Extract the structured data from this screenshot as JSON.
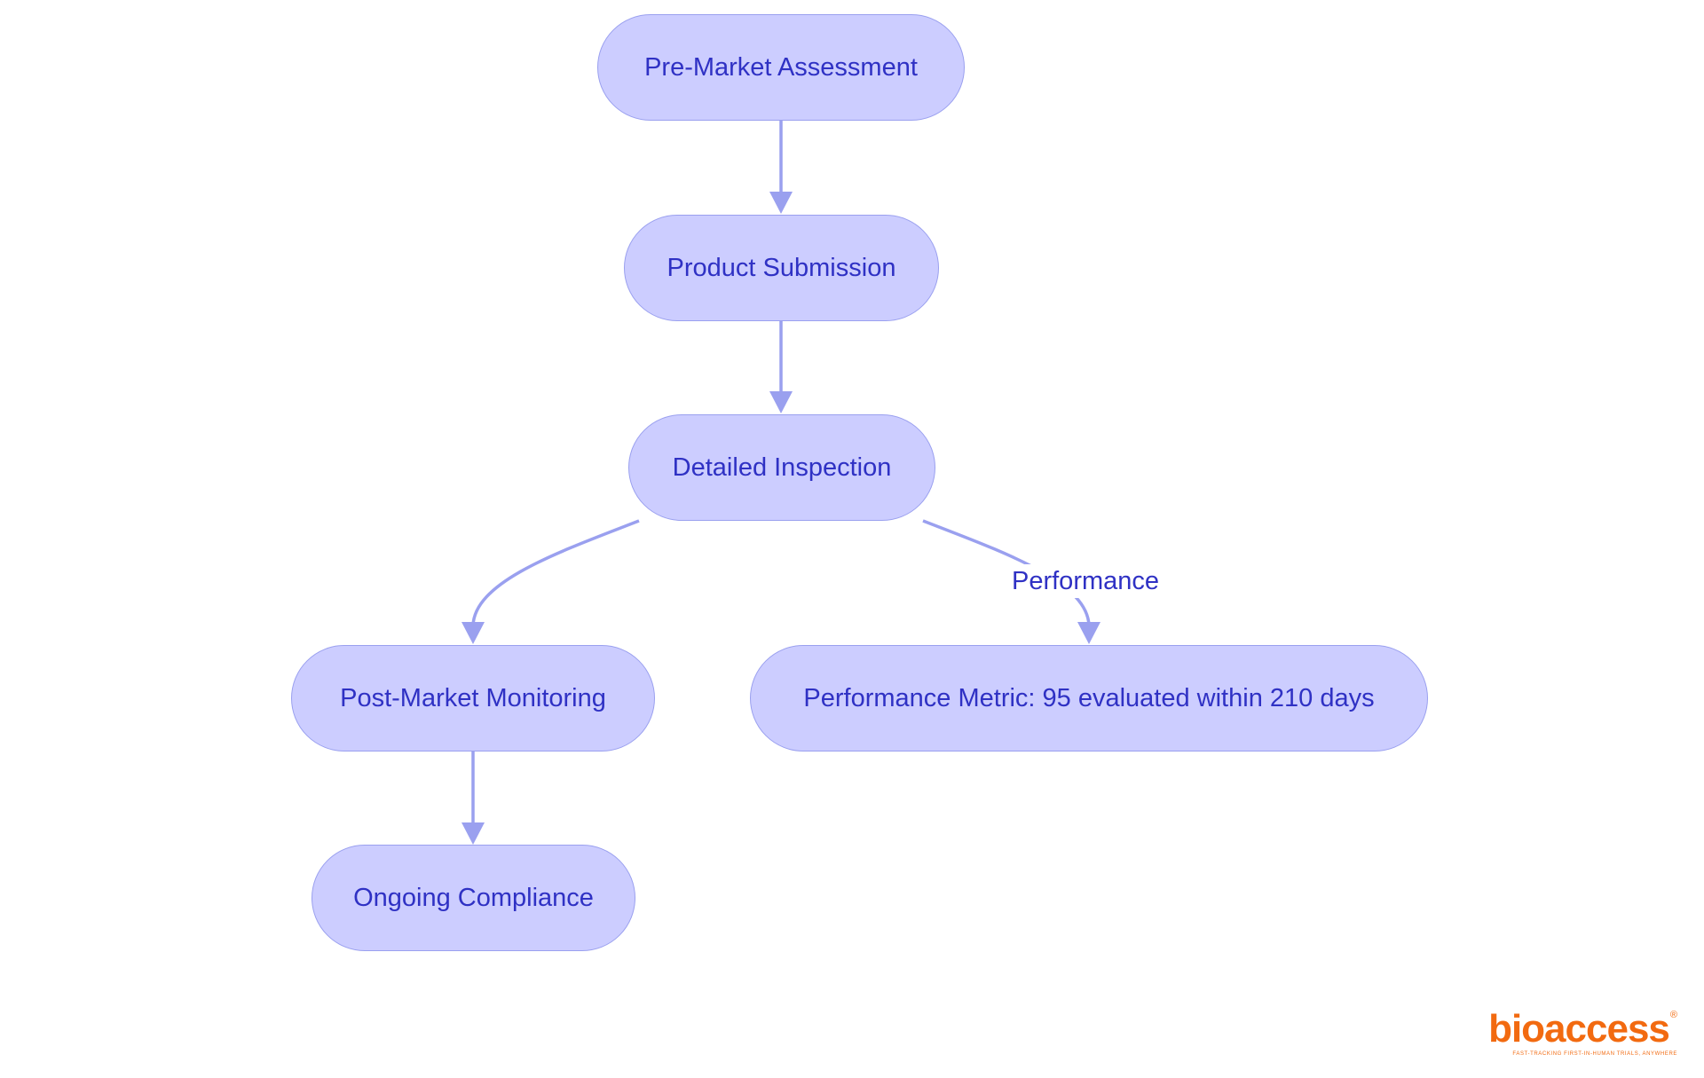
{
  "diagram": {
    "nodes": {
      "pre_market": "Pre-Market Assessment",
      "product_submission": "Product Submission",
      "detailed_inspection": "Detailed Inspection",
      "post_market": "Post-Market Monitoring",
      "performance_metric": "Performance Metric: 95 evaluated within 210 days",
      "ongoing_compliance": "Ongoing Compliance"
    },
    "edges": [
      {
        "from": "pre_market",
        "to": "product_submission",
        "label": ""
      },
      {
        "from": "product_submission",
        "to": "detailed_inspection",
        "label": ""
      },
      {
        "from": "detailed_inspection",
        "to": "post_market",
        "label": ""
      },
      {
        "from": "detailed_inspection",
        "to": "performance_metric",
        "label": "Performance"
      },
      {
        "from": "post_market",
        "to": "ongoing_compliance",
        "label": ""
      }
    ],
    "edge_labels": {
      "performance": "Performance"
    },
    "colors": {
      "node_fill": "#cccdff",
      "node_border": "#9aa0ef",
      "edge": "#9aa0ef",
      "text": "#2f31c4"
    }
  },
  "logo": {
    "wordmark": "bioaccess",
    "registered": "®",
    "tagline": "FAST-TRACKING FIRST-IN-HUMAN TRIALS, ANYWHERE",
    "color": "#f26a10"
  }
}
